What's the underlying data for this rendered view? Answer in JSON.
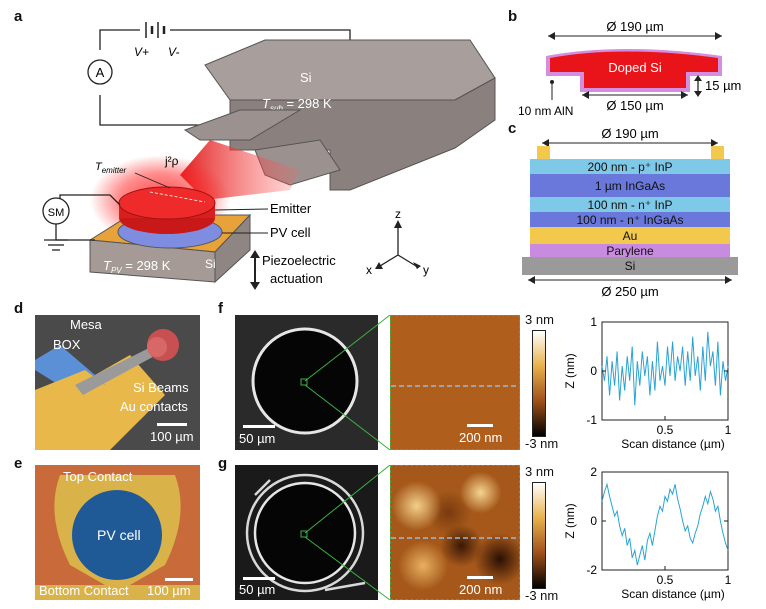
{
  "panels": {
    "a": "a",
    "b": "b",
    "c": "c",
    "d": "d",
    "e": "e",
    "f": "f",
    "g": "g"
  },
  "panel_a": {
    "battery_plus": "V+",
    "battery_minus": "V-",
    "ammeter": "A",
    "sourcemeter": "SM",
    "si_label": "Si",
    "t_sub_sym": "T",
    "t_sub_sub": "sub",
    "t_sub_val": " = 298 K",
    "t_emitter_sym": "T",
    "t_emitter_sub": "emitter",
    "joule": "j²ρ",
    "emitter": "Emitter",
    "pv_cell": "PV cell",
    "t_pv_sym": "T",
    "t_pv_sub": "PV",
    "t_pv_val": " = 298 K",
    "si_small": "Si",
    "piezo_line1": "Piezoelectric",
    "piezo_line2": "actuation",
    "axis_z": "z",
    "axis_x": "x",
    "axis_y": "y"
  },
  "panel_b": {
    "top_dim": "Ø 190 µm",
    "doped_si": "Doped Si",
    "height": "15 µm",
    "aln": "10 nm AlN",
    "bottom_dim": "Ø 150 µm"
  },
  "panel_c": {
    "top_dim": "Ø 190 µm",
    "bottom_dim": "Ø 250 µm",
    "layers": [
      {
        "label": "200 nm - p⁺ InP",
        "color": "#7ec8e8"
      },
      {
        "label": "1 µm InGaAs",
        "color": "#6a78dc"
      },
      {
        "label": "100 nm - n⁺ InP",
        "color": "#7ec8e8"
      },
      {
        "label": "100 nm - n⁺ InGaAs",
        "color": "#6a78dc"
      },
      {
        "label": "Au",
        "color": "#f2c94c"
      },
      {
        "label": "Parylene",
        "color": "#c98be0"
      },
      {
        "label": "Si",
        "color": "#9a9a9a"
      }
    ]
  },
  "panel_d": {
    "mesa": "Mesa",
    "box": "BOX",
    "si_beams": "Si Beams",
    "au_contacts": "Au contacts",
    "scale": "100 µm"
  },
  "panel_e": {
    "top_contact": "Top Contact",
    "pv_cell": "PV cell",
    "bottom_contact": "Bottom Contact",
    "scale": "100 µm"
  },
  "panel_f": {
    "scale_left": "50 µm",
    "scale_afm": "200 nm",
    "cbar_top": "3 nm",
    "cbar_bottom": "-3 nm"
  },
  "panel_g": {
    "scale_left": "50 µm",
    "scale_afm": "200 nm",
    "cbar_top": "3 nm",
    "cbar_bottom": "-3 nm"
  },
  "chart_data": [
    {
      "type": "line",
      "panel": "f",
      "xlabel": "Scan distance (µm)",
      "ylabel": "Z (nm)",
      "xlim": [
        0,
        1
      ],
      "ylim": [
        -1,
        1
      ],
      "xticks": [
        "0.5",
        "1"
      ],
      "yticks": [
        "1",
        "0",
        "-1"
      ],
      "color": "#2aa3d4",
      "x": [
        0,
        0.02,
        0.04,
        0.06,
        0.08,
        0.1,
        0.12,
        0.14,
        0.16,
        0.18,
        0.2,
        0.22,
        0.24,
        0.26,
        0.28,
        0.3,
        0.32,
        0.34,
        0.36,
        0.38,
        0.4,
        0.42,
        0.44,
        0.46,
        0.48,
        0.5,
        0.52,
        0.54,
        0.56,
        0.58,
        0.6,
        0.62,
        0.64,
        0.66,
        0.68,
        0.7,
        0.72,
        0.74,
        0.76,
        0.78,
        0.8,
        0.82,
        0.84,
        0.86,
        0.88,
        0.9,
        0.92,
        0.94,
        0.96,
        0.98,
        1.0
      ],
      "y": [
        0.1,
        -0.2,
        0.3,
        -0.5,
        0.2,
        -0.3,
        0.4,
        -0.6,
        0.1,
        -0.4,
        0.3,
        -0.2,
        0.5,
        -0.7,
        0.2,
        -0.3,
        0.4,
        -0.1,
        0.3,
        -0.5,
        0.2,
        -0.4,
        0.6,
        -0.2,
        0.1,
        -0.3,
        0.5,
        -0.1,
        0.6,
        -0.2,
        0.3,
        0.0,
        0.5,
        -0.3,
        0.4,
        -0.2,
        0.7,
        -0.1,
        0.3,
        -0.4,
        0.5,
        -0.2,
        0.8,
        0.1,
        0.4,
        -0.3,
        0.6,
        -0.5,
        0.2,
        -0.2,
        0.1
      ]
    },
    {
      "type": "line",
      "panel": "g",
      "xlabel": "Scan distance (µm)",
      "ylabel": "Z (nm)",
      "xlim": [
        0,
        1
      ],
      "ylim": [
        -2,
        2
      ],
      "xticks": [
        "0.5",
        "1"
      ],
      "yticks": [
        "2",
        "0",
        "-2"
      ],
      "color": "#2aa3d4",
      "x": [
        0,
        0.02,
        0.04,
        0.06,
        0.08,
        0.1,
        0.12,
        0.14,
        0.16,
        0.18,
        0.2,
        0.22,
        0.24,
        0.26,
        0.28,
        0.3,
        0.32,
        0.34,
        0.36,
        0.38,
        0.4,
        0.42,
        0.44,
        0.46,
        0.48,
        0.5,
        0.52,
        0.54,
        0.56,
        0.58,
        0.6,
        0.62,
        0.64,
        0.66,
        0.68,
        0.7,
        0.72,
        0.74,
        0.76,
        0.78,
        0.8,
        0.82,
        0.84,
        0.86,
        0.88,
        0.9,
        0.92,
        0.94,
        0.96,
        0.98,
        1.0
      ],
      "y": [
        0.8,
        1.2,
        1.5,
        1.0,
        0.6,
        0.2,
        0.4,
        -0.2,
        -0.6,
        -0.3,
        -1.0,
        -0.7,
        -1.5,
        -1.2,
        -1.8,
        -1.4,
        -1.0,
        -1.6,
        -0.8,
        -0.5,
        -1.0,
        -0.4,
        0.2,
        0.6,
        0.4,
        1.0,
        0.8,
        1.3,
        1.1,
        1.5,
        0.9,
        0.5,
        0.0,
        -0.4,
        -0.2,
        -0.7,
        -0.9,
        -0.5,
        -0.2,
        0.3,
        0.6,
        1.0,
        0.7,
        1.2,
        0.9,
        0.4,
        0.6,
        0.0,
        -0.5,
        -0.9,
        -1.2
      ]
    }
  ]
}
